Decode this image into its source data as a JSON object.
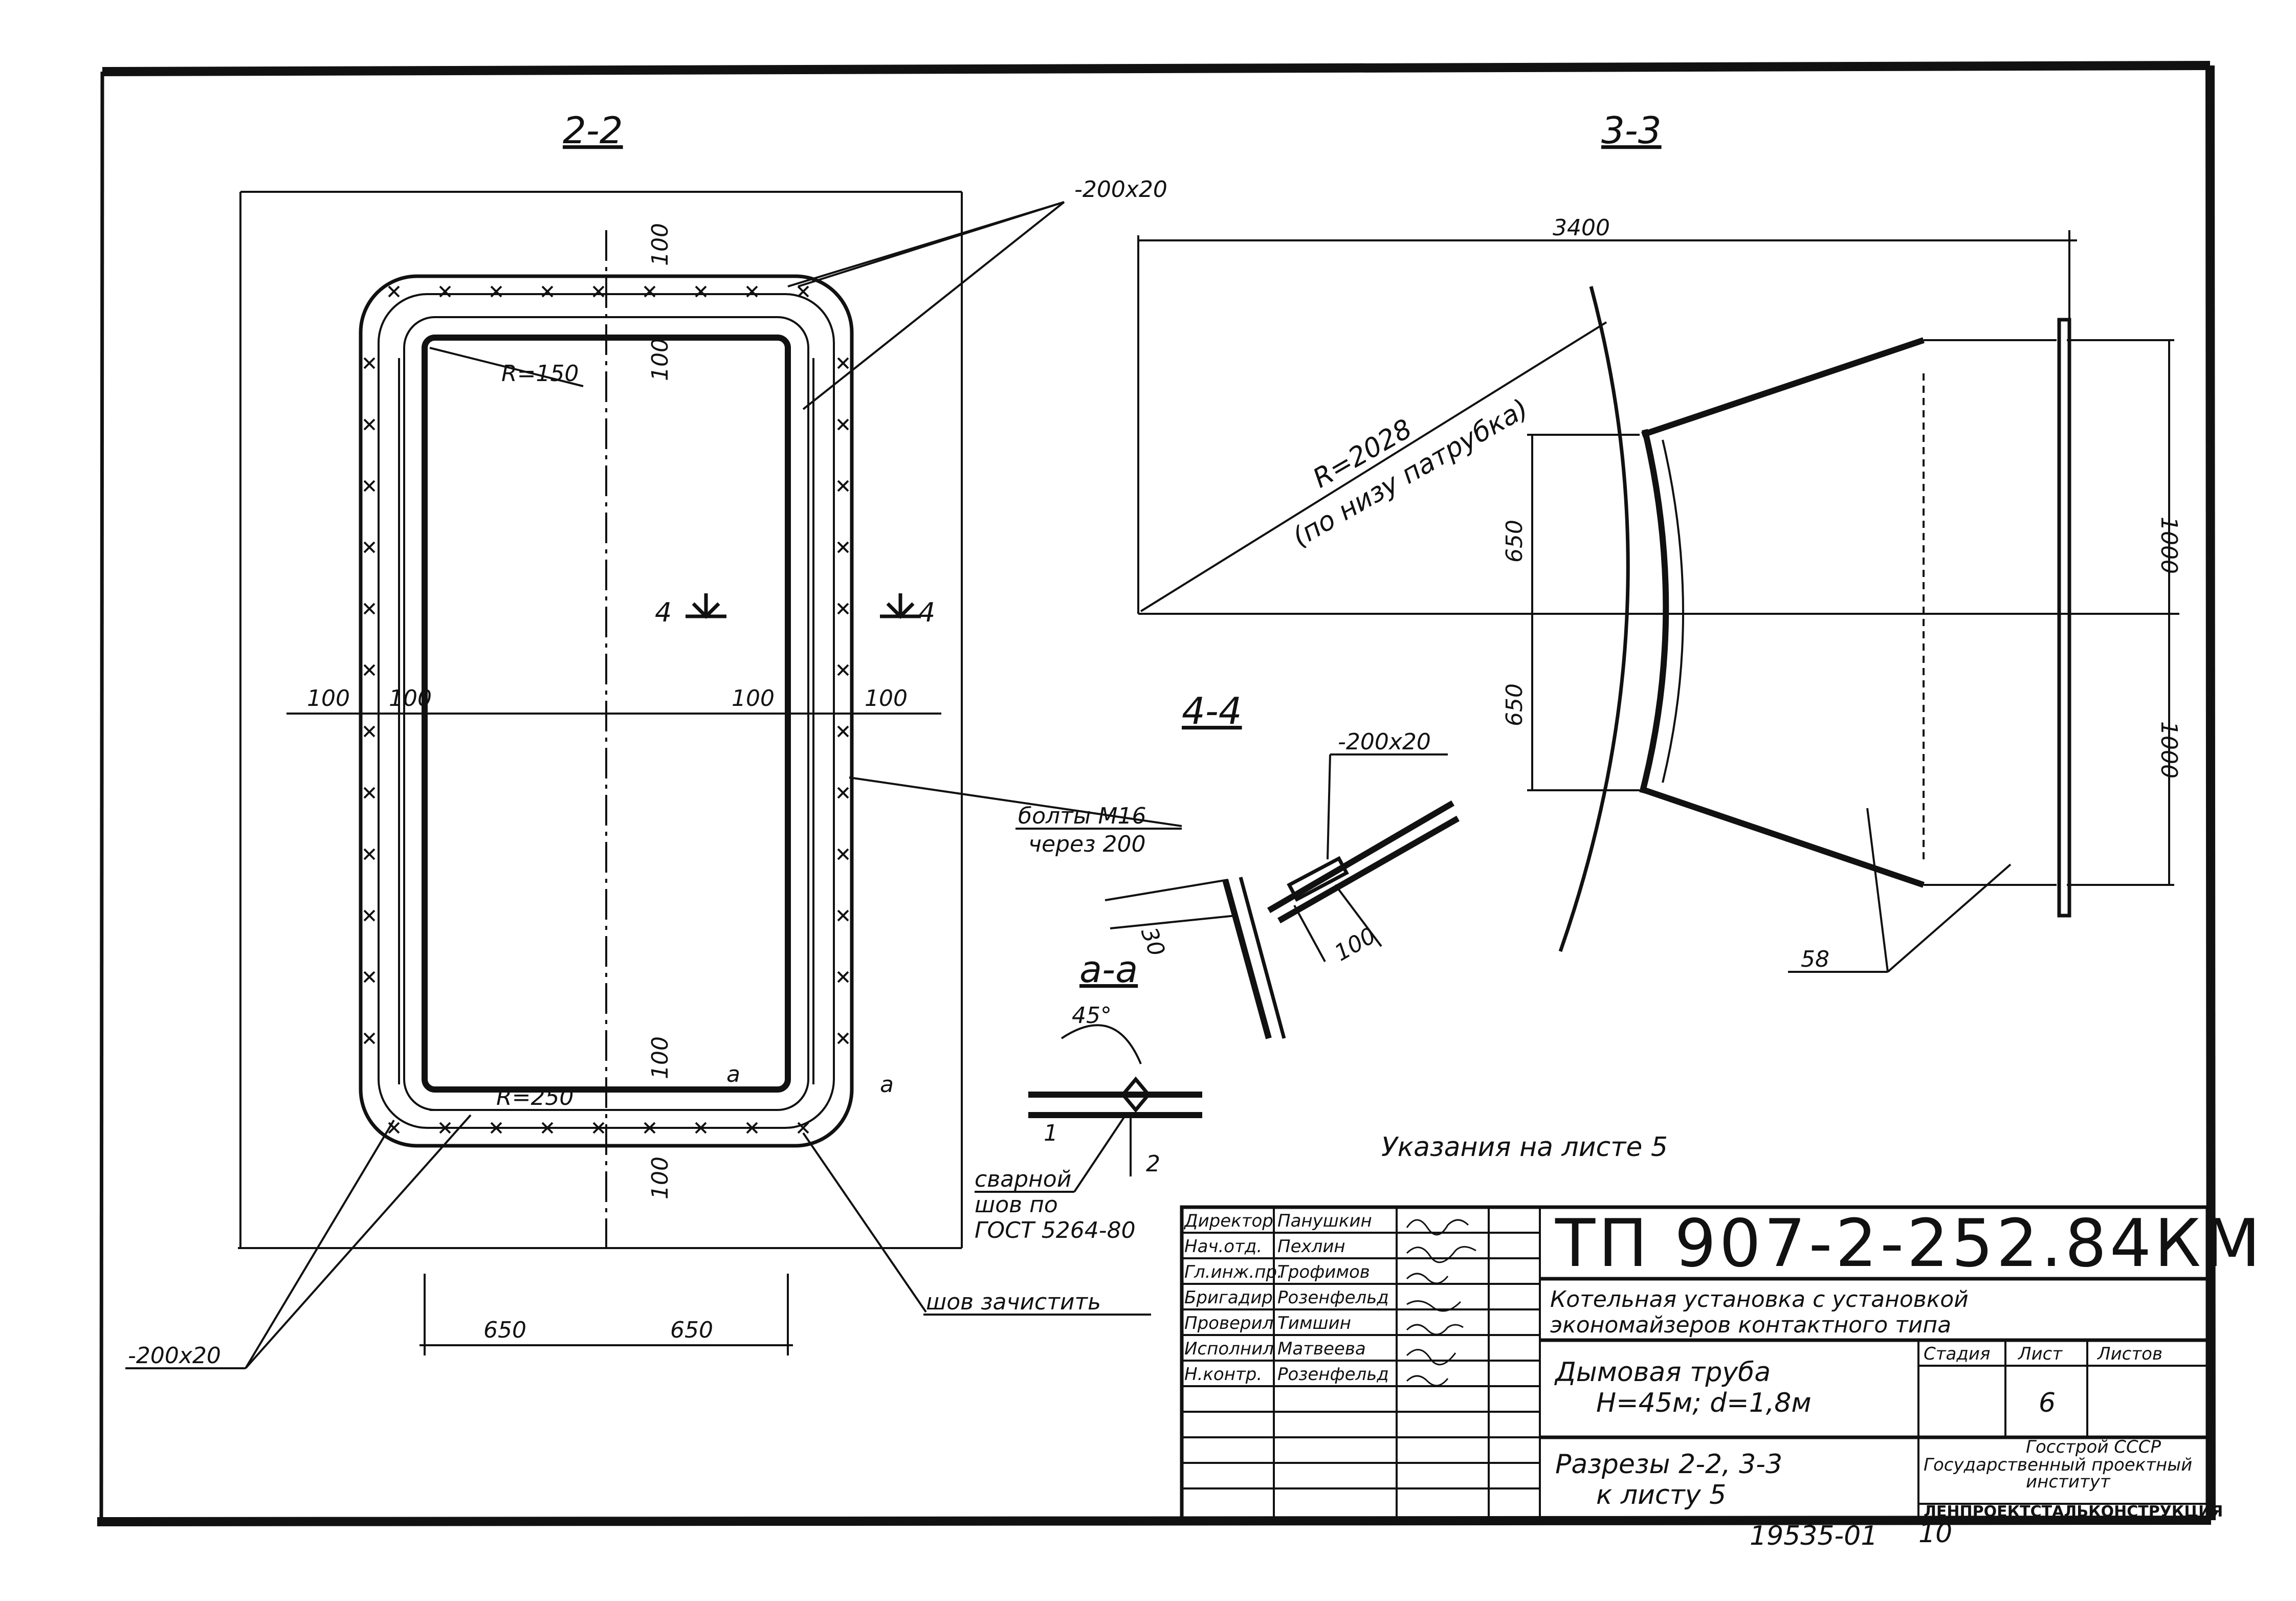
{
  "section_2_2": {
    "title": "2-2",
    "plate_top": "-200x20",
    "plate_bottom": "-200x20",
    "radius_top": "R=150",
    "radius_bottom": "R=250",
    "dim_100": "100",
    "dim_650": "650",
    "cut_label": "4",
    "bolts_line1": "болты М16",
    "bolts_line2": "через 200",
    "weld_clean": "шов зачистить",
    "weld_mark": "a"
  },
  "section_3_3": {
    "title": "3-3",
    "dim_width": "3400",
    "radius_line1": "R=2028",
    "radius_line2": "(по низу патрубка)",
    "dim_650": "650",
    "dim_1000": "1000",
    "mark_58": "58"
  },
  "section_4_4": {
    "title": "4-4",
    "plate": "-200x20",
    "dim_100": "100",
    "dim_30": "30"
  },
  "section_a_a": {
    "title": "a-a",
    "angle": "45°",
    "dim_1": "1",
    "dim_2": "2",
    "weld_line1": "сварной",
    "weld_line2": "шов по",
    "weld_line3": "ГОСТ 5264-80"
  },
  "note_text": "Указания на листе 5",
  "title_block": {
    "code": "ТП 907-2-252.84КМ",
    "project_line1": "Котельная установка с установкой",
    "project_line2": "экономайзеров контактного типа",
    "object_line1": "Дымовая труба",
    "object_line2": "Н=45м; d=1,8м",
    "sheet_line1": "Разрезы 2-2, 3-3",
    "sheet_line2": "к листу 5",
    "col_stage": "Стадия",
    "col_sheet": "Лист",
    "col_sheets": "Листов",
    "sheet_number": "6",
    "org_line1": "Госстрой СССР",
    "org_line2": "Государственный проектный",
    "org_line3": "институт",
    "org_line4": "ЛЕНПРОЕКТСТАЛЬКОНСТРУКЦИЯ",
    "roles": [
      {
        "role": "Директор",
        "name": "Панушкин"
      },
      {
        "role": "Нач.отд.",
        "name": "Пехлин"
      },
      {
        "role": "Гл.инж.пр.",
        "name": "Трофимов"
      },
      {
        "role": "Бригадир",
        "name": "Розенфельд"
      },
      {
        "role": "Проверил",
        "name": "Тимшин"
      },
      {
        "role": "Исполнил",
        "name": "Матвеева"
      },
      {
        "role": "Н.контр.",
        "name": "Розенфельд"
      }
    ]
  },
  "footer": {
    "inventory": "19535-01",
    "page": "10"
  }
}
